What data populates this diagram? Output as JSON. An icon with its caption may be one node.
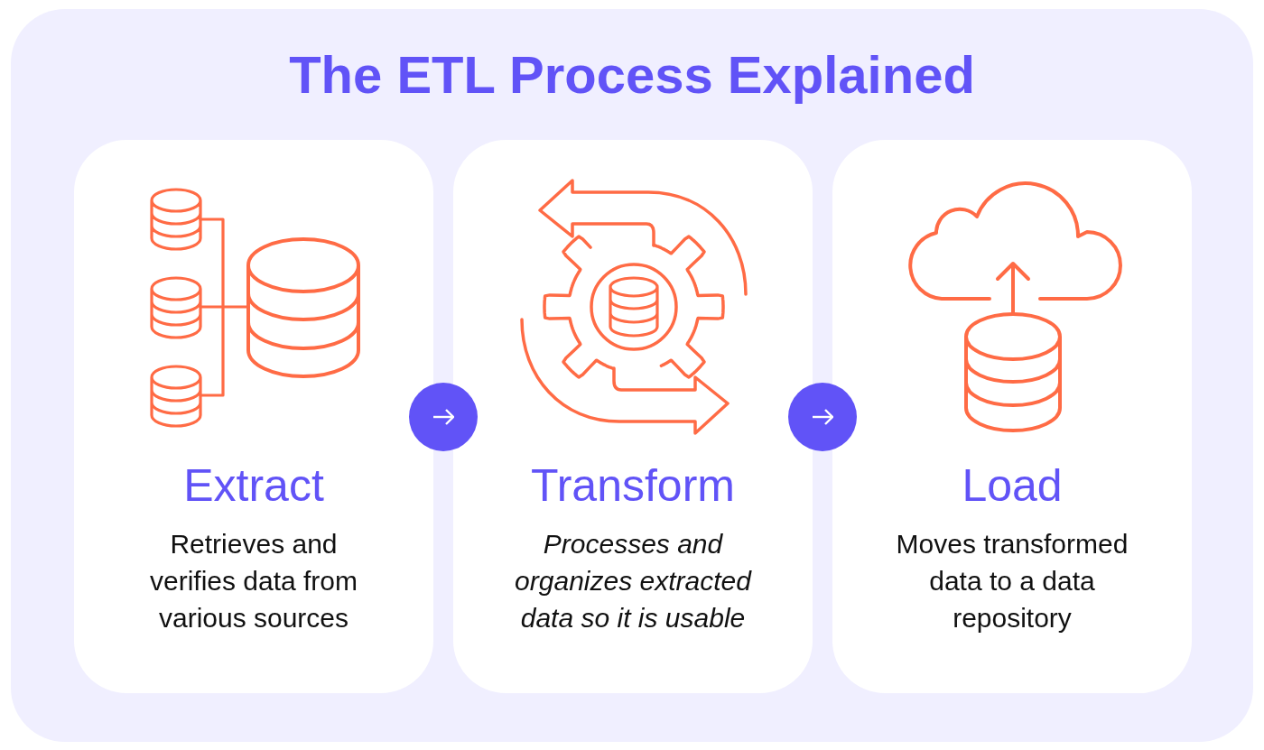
{
  "diagram": {
    "title": "The ETL Process Explained",
    "nodes": [
      {
        "text": [
          "Extract",
          "Retrieves and verifies data from various sources"
        ]
      },
      {
        "text": [
          "Transform",
          "Processes and organizes extracted data so it is usable"
        ]
      },
      {
        "text": [
          "Load",
          "Moves transformed data to a data repository"
        ]
      }
    ],
    "edges": [
      {
        "from": 0,
        "to": 1,
        "arrow": "to"
      },
      {
        "from": 1,
        "to": 2,
        "arrow": "to"
      }
    ]
  }
}
